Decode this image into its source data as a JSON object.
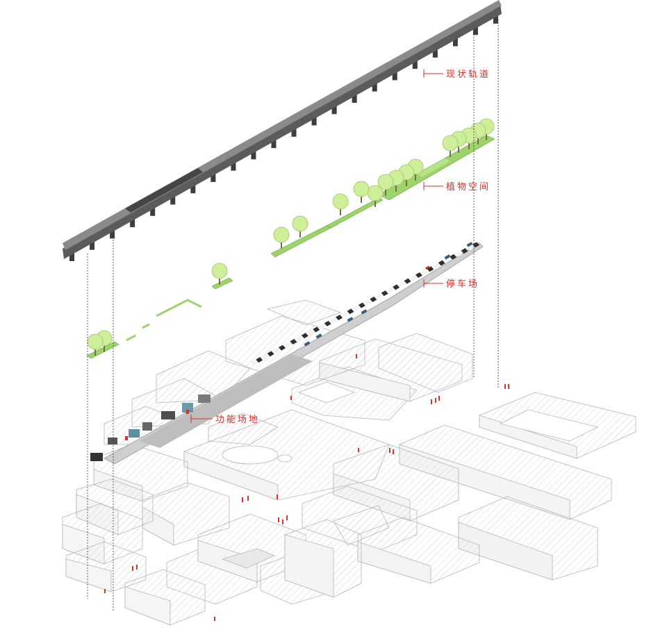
{
  "labels": {
    "rail": "现状轨道",
    "plants": "植物空间",
    "parking": "停车场",
    "functional": "功能场地"
  },
  "colors": {
    "label_red": "#d9302a",
    "viaduct": "#5b5b5b",
    "viaduct_top": "#8a8a8a",
    "plant_green": "#9dd46a",
    "tree_canopy": "#cfee9a",
    "building_stroke": "#b8b8b8",
    "building_hatch": "#d6d6d6",
    "parking_dark": "#3a3a3a"
  }
}
